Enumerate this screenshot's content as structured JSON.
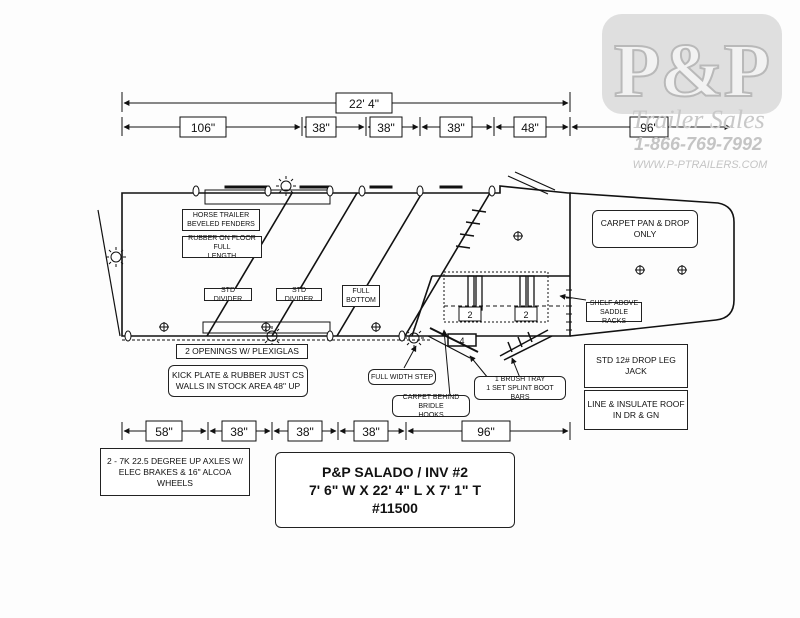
{
  "logo": {
    "text": "P&P",
    "subtitle": "Trailer Sales",
    "phone": "1-866-769-7992",
    "website": "WWW.P-PTRAILERS.COM"
  },
  "dimensions": {
    "overall_length": "22' 4\"",
    "top_sections": [
      "106\"",
      "38\"",
      "38\"",
      "38\"",
      "48\""
    ],
    "nose": "96\"",
    "bottom_sections": [
      "58\"",
      "38\"",
      "38\"",
      "38\"",
      "96\""
    ]
  },
  "labels": {
    "horse_trailer_fenders": "HORSE TRAILER\nBEVELED FENDERS",
    "rubber_floor": "RUBBER ON FLOOR FULL\nLENGTH",
    "std_divider_1": "STD DIVIDER",
    "std_divider_2": "STD DIVIDER",
    "full_bottom": "FULL\nBOTTOM",
    "carpet_pan": "CARPET PAN & DROP\nONLY",
    "shelf_above": "SHELF ABOVE\nSADDLE RACKS",
    "openings": "2 OPENINGS W/ PLEXIGLAS",
    "kick_plate": "KICK PLATE & RUBBER JUST CS\nWALLS IN STOCK AREA 48\" UP",
    "full_width_step": "FULL WIDTH STEP",
    "carpet_bridle": "CARPET BEHIND BRIDLE\nHOOKS",
    "brush_tray": "1 BRUSH TRAY\n1 SET SPLINT BOOT BARS",
    "drop_leg_jack": "STD 12# DROP LEG JACK",
    "line_insulate": "LINE & INSULATE ROOF\nIN DR & GN",
    "axles": "2 - 7K  22.5 DEGREE UP AXLES W/\nELEC BRAKES & 16\" ALCOA\nWHEELS",
    "rack_1": "2",
    "rack_2": "2",
    "tray_qty": "4"
  },
  "title_block": {
    "line1": "P&P SALADO / INV #2",
    "line2": "7' 6\" W X 22' 4\" L X 7' 1\" T",
    "line3": "#11500"
  }
}
